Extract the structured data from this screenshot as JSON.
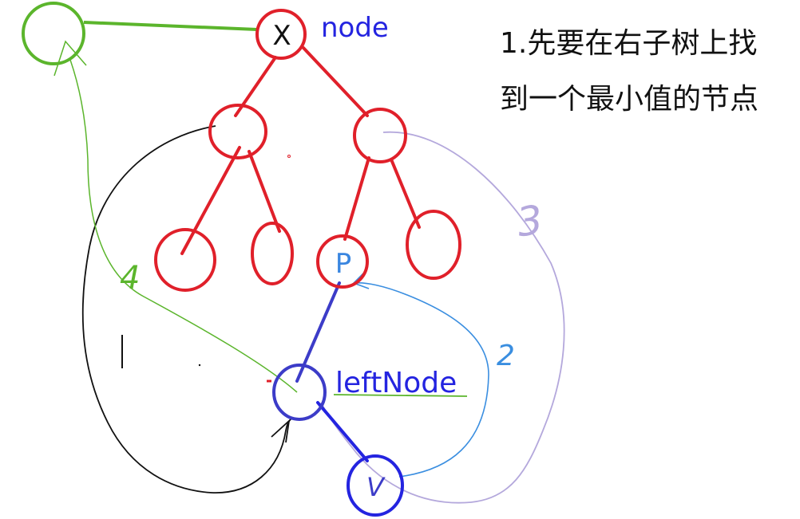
{
  "labels": {
    "node_x": "X",
    "node_annotation": "node",
    "node_p": "P",
    "left_node": "leftNode",
    "node_v": "V",
    "step_2": "2",
    "step_3": "3",
    "step_4": "4",
    "note_line_1": "1.先要在右子树上找",
    "note_line_2": "到一个最小值的节点"
  },
  "colors": {
    "tree_red": "#e0202a",
    "green": "#5bb52c",
    "dark_blue": "#3c3cc8",
    "blue": "#2424e0",
    "light_blue": "#3a8ee0",
    "lavender": "#b4a8dc",
    "black": "#111111",
    "p_label": "#3a86e0"
  }
}
